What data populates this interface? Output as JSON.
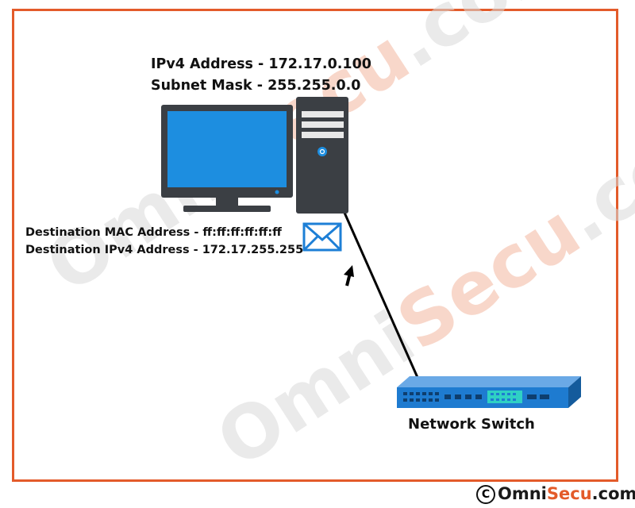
{
  "watermark": {
    "prefix": "Omni",
    "highlight": "Secu",
    "suffix": ".com"
  },
  "host": {
    "ipv4_label": "IPv4 Address - 172.17.0.100",
    "subnet_label": "Subnet Mask - 255.255.0.0"
  },
  "frame": {
    "dest_mac_label": "Destination MAC Address - ff:ff:ff:ff:ff:ff",
    "dest_ip_label": "Destination IPv4 Address - 172.17.255.255"
  },
  "switch": {
    "label": "Network Switch"
  },
  "brand": {
    "copyright": "C",
    "part1": "Omni",
    "part2": "Secu",
    "part3": ".com"
  },
  "colors": {
    "accent": "#e35b2a",
    "monitor_screen": "#1d8ee0",
    "envelope": "#1d7fd6",
    "switch": "#1e7bd0"
  }
}
